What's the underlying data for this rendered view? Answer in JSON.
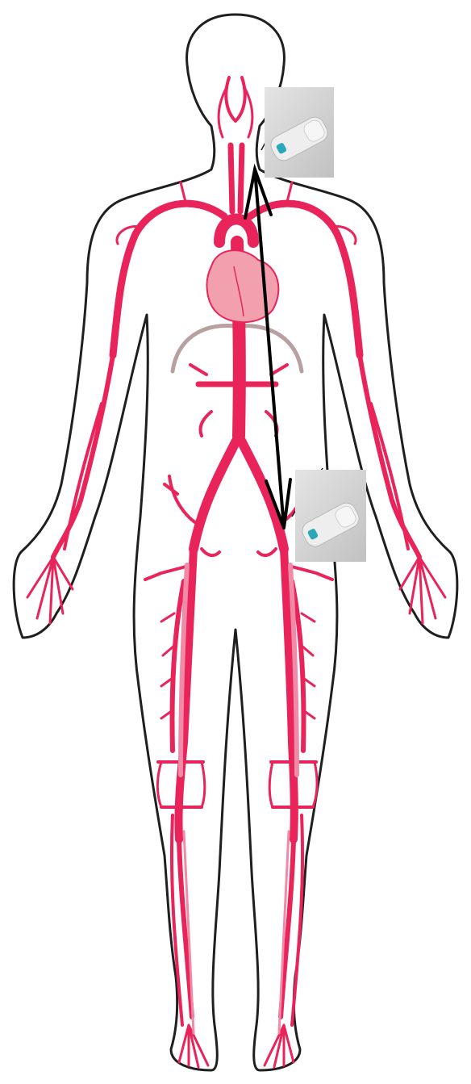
{
  "diagram": {
    "colors": {
      "outline": "#1f1f1f",
      "artery": "#e8245a",
      "artery_light": "#f08aa6",
      "heart": "#f2a0ae",
      "diaphragm": "#b9a0a0",
      "probe_bg": "#d6d6d6",
      "probe_body": "#eeeeee",
      "probe_accent": "#2aa7b8",
      "arrow": "#000000"
    },
    "parts": [
      "body-outline",
      "arterial-tree",
      "heart",
      "diaphragm",
      "probe-neck",
      "probe-groin",
      "measurement-arrow"
    ]
  }
}
